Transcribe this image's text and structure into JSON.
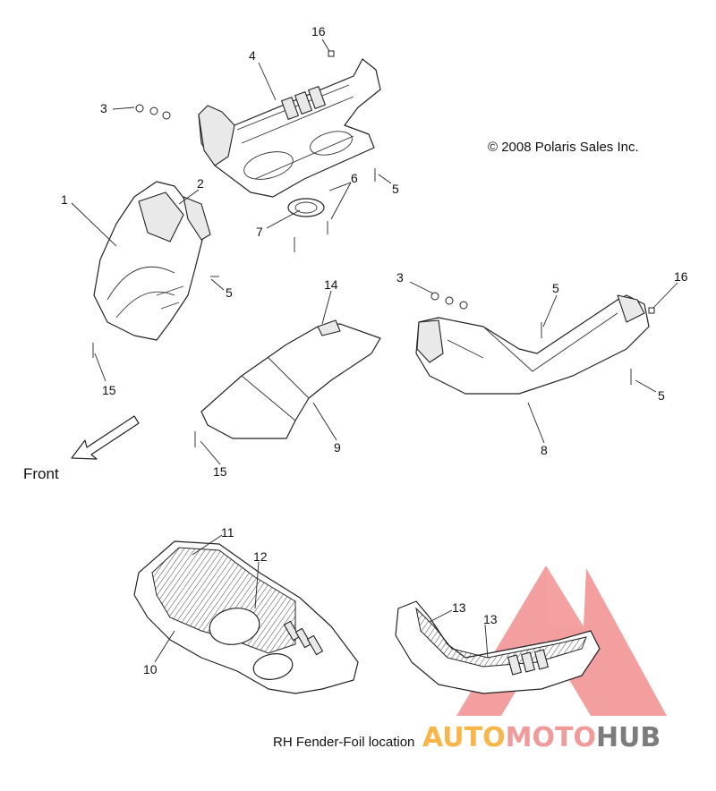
{
  "copyright": "© 2008 Polaris Sales Inc.",
  "direction_label": "Front",
  "caption": "RH Fender-Foil location",
  "watermark": {
    "part1": "AUTO",
    "part2": "MOTO",
    "part3": "HUB"
  },
  "callouts": {
    "c1": "1",
    "c2": "2",
    "c3a": "3",
    "c3b": "3",
    "c4": "4",
    "c5a": "5",
    "c5b": "5",
    "c5c": "5",
    "c5d": "5",
    "c6": "6",
    "c7": "7",
    "c8": "8",
    "c9": "9",
    "c10": "10",
    "c11": "11",
    "c12": "12",
    "c13a": "13",
    "c13b": "13",
    "c14": "14",
    "c15a": "15",
    "c15b": "15",
    "c16a": "16",
    "c16b": "16"
  },
  "colors": {
    "line": "#222222",
    "watermark_red": "#f08a8a",
    "watermark_orange": "#f7b54a",
    "watermark_gray": "#7c7c7c"
  }
}
